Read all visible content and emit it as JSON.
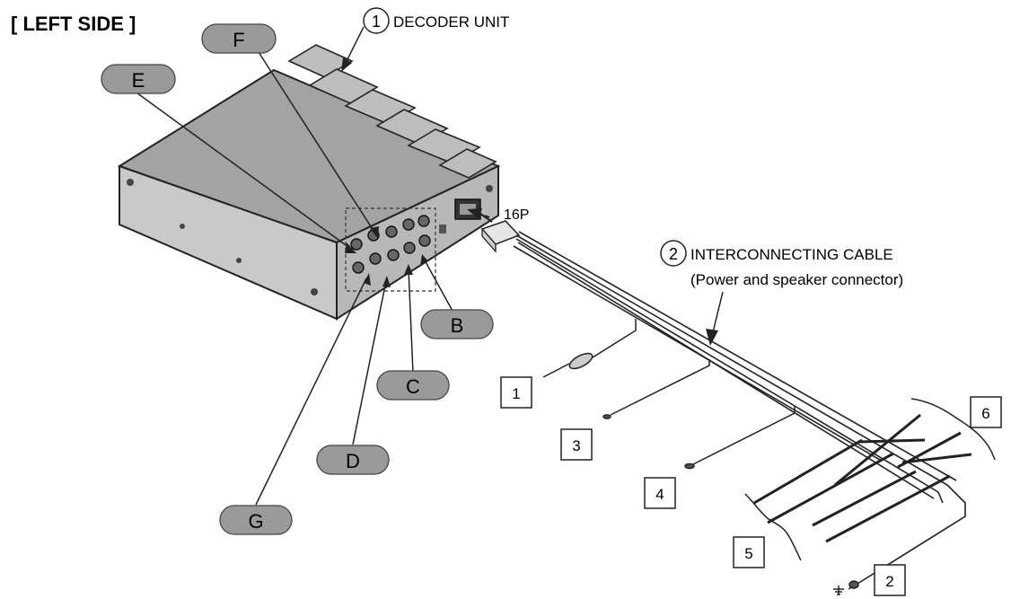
{
  "title": "[ LEFT SIDE ]",
  "parts": [
    {
      "number": "1",
      "name": "DECODER UNIT"
    },
    {
      "number": "2",
      "name": "INTERCONNECTING CABLE",
      "subtitle": "(Power and speaker connector)"
    }
  ],
  "connector_label": "16P",
  "pill_labels": {
    "B": "B",
    "C": "C",
    "D": "D",
    "E": "E",
    "F": "F",
    "G": "G"
  },
  "box_labels": {
    "1": "1",
    "2": "2",
    "3": "3",
    "4": "4",
    "5": "5",
    "6": "6"
  },
  "colors": {
    "pill_fill": "#9a9a9a",
    "unit_top": "#a3a3a3",
    "unit_side": "#c4c4c4",
    "unit_front": "#b8b8b8",
    "line": "#222222"
  }
}
